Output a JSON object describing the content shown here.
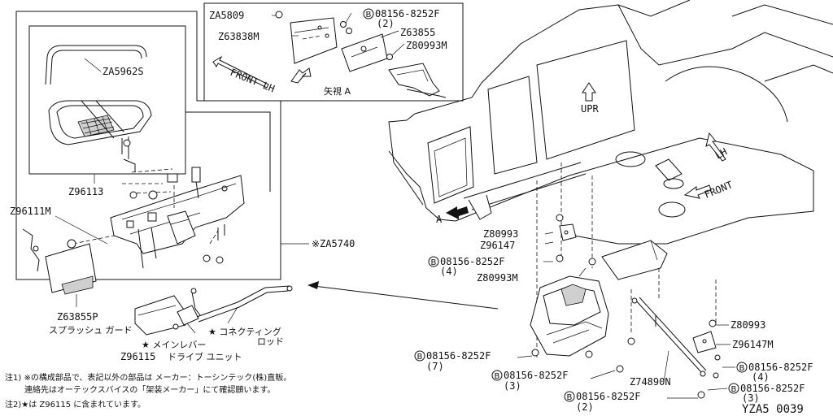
{
  "inset": {
    "labels": {
      "za5809": "ZA5809",
      "b_bolt": "08156-8252F",
      "b_qty": "(2)",
      "z63838m": "Z63838M",
      "z63855": "Z63855",
      "z80993m": "Z80993M"
    },
    "front_lh": "FRONT LH",
    "view_a": "矢視 A"
  },
  "left_box": {
    "za5962s": "ZA5962S",
    "z96113": "Z96113",
    "z96111m": "Z96111M",
    "za5740": "※ZA5740",
    "z63855p": "Z63855P",
    "splash_guard": "スプラッシュ ガード",
    "z96115": "Z96115",
    "drive_unit": "ドライブ ユニット",
    "main_lever": "★ メインレバー",
    "connecting_rod_1": "★ コネクティング",
    "connecting_rod_2": "ロッド"
  },
  "body": {
    "upr": "UPR",
    "lh": "LH",
    "front": "FRONT",
    "a_marker": "A"
  },
  "center_callouts": {
    "z80993": "Z80993",
    "z96147": "Z96147",
    "b_bolt": "08156-8252F",
    "b_qty": "(4)",
    "z80993m": "Z80993M"
  },
  "lower_callouts": {
    "b7_bolt": "08156-8252F",
    "b7_qty": "(7)",
    "b3_bolt": "08156-8252F",
    "b3_qty": "(3)",
    "b2_bolt": "08156-8252F",
    "b2_qty": "(2)",
    "z74890n": "Z74890N"
  },
  "right_callouts": {
    "z80993": "Z80993",
    "z96147m": "Z96147M",
    "b4_bolt": "08156-8252F",
    "b4_qty": "(4)",
    "b3_bolt": "08156-8252F",
    "b3_qty": "(3)"
  },
  "notes": {
    "note1_line1": "注1) ※の構成部品で、表記以外の部品は メーカー：トーシンテック(株)直販。",
    "note1_line2": "連絡先はオーテックスバイスの「架装メーカー」にて確認願います。",
    "note2": "注2)★は Z96115 に含まれています。"
  },
  "diagram_id": "YZA5  0039",
  "circle_b": "B"
}
